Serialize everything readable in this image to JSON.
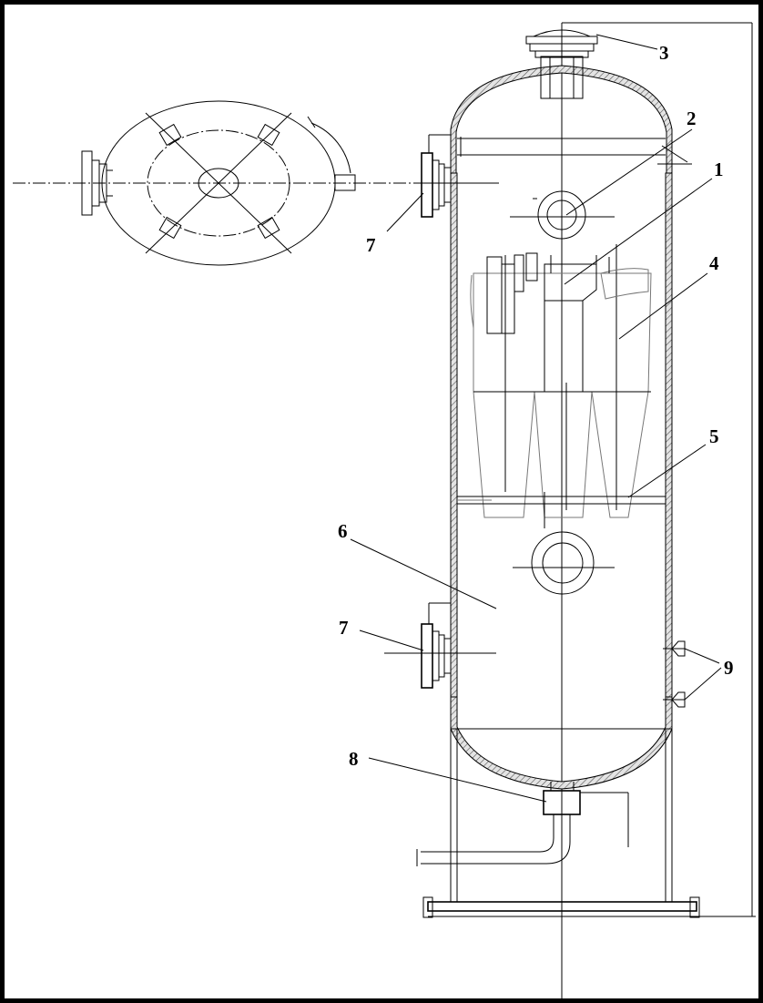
{
  "callouts": [
    {
      "id": "1",
      "text": "1"
    },
    {
      "id": "2",
      "text": "2"
    },
    {
      "id": "3",
      "text": "3"
    },
    {
      "id": "4",
      "text": "4"
    },
    {
      "id": "5",
      "text": "5"
    },
    {
      "id": "6",
      "text": "6"
    },
    {
      "id": "7a",
      "text": "7"
    },
    {
      "id": "7b",
      "text": "7"
    },
    {
      "id": "8",
      "text": "8"
    },
    {
      "id": "9",
      "text": "9"
    }
  ],
  "colors": {
    "line": "#000000",
    "hatch": "#888888",
    "background": "#ffffff"
  }
}
